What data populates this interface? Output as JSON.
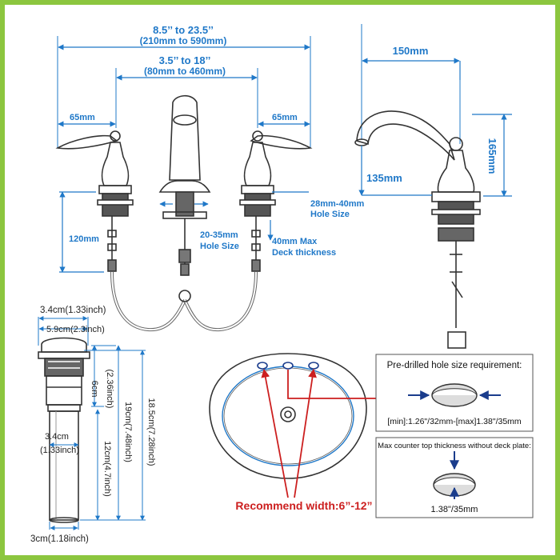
{
  "labels": {
    "overall_width": "8.5’’ to 23.5’’",
    "overall_width_mm": "(210mm to 590mm)",
    "center_width": "3.5’’ to 18’’",
    "center_width_mm": "(80mm to 460mm)",
    "handle_left": "65mm",
    "handle_right": "65mm",
    "spout_reach": "150mm",
    "spout_height": "165mm",
    "spout_base": "135mm",
    "shank_length": "120mm",
    "center_hole_1": "20-35mm",
    "center_hole_2": "Hole Size",
    "side_hole_1": "28mm-40mm",
    "side_hole_2": "Hole Size",
    "deck_1": "40mm Max",
    "deck_2": "Deck thickness",
    "drain_top_dia": "3.4cm(1.33inch)",
    "drain_flange_dia": "5.9cm(2.3inch)",
    "drain_body_h": "6cm",
    "drain_body_h_in": "(2.36inch)",
    "drain_total_1": "19cm(7.48inch)",
    "drain_total_2": "18.5cm(7.28inch)",
    "drain_pipe_h": "12cm(4.7inch)",
    "drain_pipe_dia": "3.4cm",
    "drain_pipe_dia_in": "(1.33inch)",
    "drain_bottom_dia": "3cm(1.18inch)",
    "recommend": "Recommend width:6”-12”",
    "hole_req_title": "Pre-drilled  hole size requirement:",
    "hole_req_value": "[min]:1.26\"/32mm-[max]1.38\"/35mm",
    "counter_title": "Max counter top thickness without deck plate:",
    "counter_value": "1.38\"/35mm"
  }
}
